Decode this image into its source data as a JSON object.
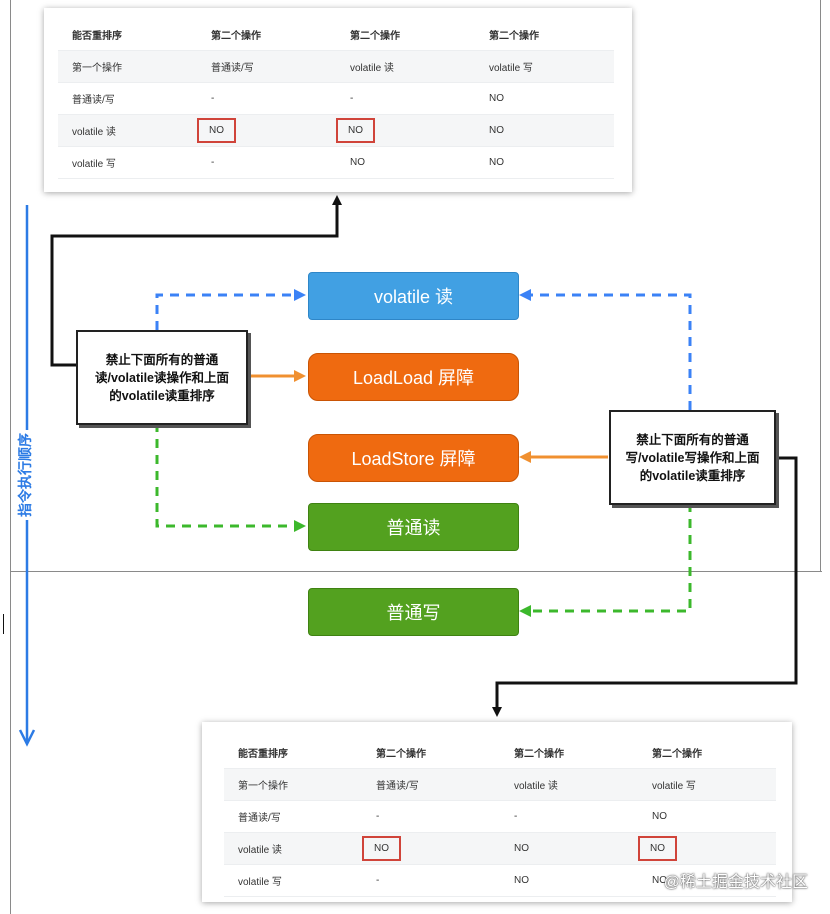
{
  "axis": {
    "label": "指令执行顺序"
  },
  "top_table": {
    "header": [
      "能否重排序",
      "第二个操作",
      "第二个操作",
      "第二个操作"
    ],
    "rows": [
      [
        "第一个操作",
        "普通读/写",
        "volatile 读",
        "volatile 写"
      ],
      [
        "普通读/写",
        "-",
        "-",
        "NO"
      ],
      [
        "volatile 读",
        "NO",
        "NO",
        "NO"
      ],
      [
        "volatile 写",
        "-",
        "NO",
        "NO"
      ]
    ]
  },
  "bottom_table": {
    "header": [
      "能否重排序",
      "第二个操作",
      "第二个操作",
      "第二个操作"
    ],
    "rows": [
      [
        "第一个操作",
        "普通读/写",
        "volatile 读",
        "volatile 写"
      ],
      [
        "普通读/写",
        "-",
        "-",
        "NO"
      ],
      [
        "volatile 读",
        "NO",
        "NO",
        "NO"
      ],
      [
        "volatile 写",
        "-",
        "NO",
        "NO"
      ]
    ]
  },
  "steps": {
    "volatile_read": "volatile 读",
    "loadload": "LoadLoad 屏障",
    "loadstore": "LoadStore 屏障",
    "normal_read": "普通读",
    "normal_write": "普通写"
  },
  "notes": {
    "left": [
      "禁止下面所有的普通",
      "读/volatile读操作和上面",
      "的volatile读重排序"
    ],
    "right": [
      "禁止下面所有的普通",
      "写/volatile写操作和上面",
      "的volatile读重排序"
    ]
  },
  "watermark": "@稀土掘金技术社区",
  "colors": {
    "blue_box": "#41a0e3",
    "orange_box": "#ef6a10",
    "green_box": "#53a11f",
    "highlight": "#d0443a",
    "axis": "#2c7be5"
  }
}
